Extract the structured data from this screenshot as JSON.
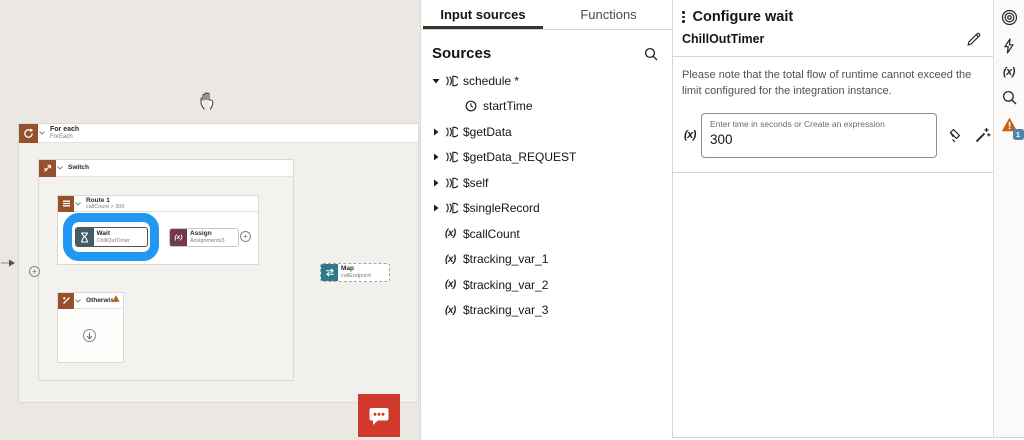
{
  "canvas": {
    "foreach": {
      "title": "For each",
      "subtitle": "ForEach"
    },
    "switch": {
      "title": "Switch"
    },
    "route1": {
      "title": "Route 1",
      "subtitle": "callCount > 300"
    },
    "wait": {
      "title": "Wait",
      "subtitle": "ChillOutTimer"
    },
    "assign": {
      "title": "Assign",
      "subtitle": "Assignments3",
      "icon_glyph": "(x)"
    },
    "otherwise": {
      "title": "Otherwise"
    },
    "map": {
      "title": "Map",
      "subtitle": "callEndpoint"
    },
    "plus_glyph": "+"
  },
  "sources_panel": {
    "tabs": [
      {
        "label": "Input sources"
      },
      {
        "label": "Functions"
      }
    ],
    "heading": "Sources",
    "items": [
      {
        "label": "schedule *"
      },
      {
        "label": "startTime"
      },
      {
        "label": "$getData"
      },
      {
        "label": "$getData_REQUEST"
      },
      {
        "label": "$self"
      },
      {
        "label": "$singleRecord"
      },
      {
        "label": "$callCount"
      },
      {
        "label": "$tracking_var_1"
      },
      {
        "label": "$tracking_var_2"
      },
      {
        "label": "$tracking_var_3"
      }
    ],
    "var_glyph": "(x)"
  },
  "config_panel": {
    "title": "Configure wait",
    "name": "ChillOutTimer",
    "note": "Please note that the total flow of runtime cannot exceed the limit configured for the integration instance.",
    "field": {
      "prefix": "(x)",
      "placeholder": "Enter time in seconds or Create an expression",
      "value": "300"
    }
  },
  "right_rail": {
    "var_glyph": "(x)",
    "error_count": "1"
  },
  "colors": {
    "highlight_blue": "#1f97f3",
    "node_brown": "#94512b",
    "wait_teal": "#3f5d68",
    "assign_maroon": "#733a4d",
    "map_teal": "#2e7a8b",
    "chat_red": "#d0392b",
    "warning_orange": "#c06317",
    "badge_blue": "#4d84a8"
  }
}
